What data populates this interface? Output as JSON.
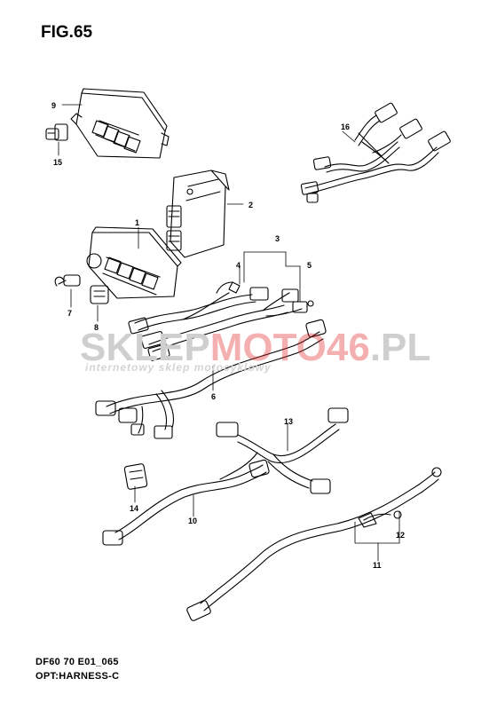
{
  "figure": {
    "title": "FIG.65"
  },
  "footer": {
    "code": "DF60 70 E01_065",
    "name": "OPT:HARNESS-C"
  },
  "watermark": {
    "part_a": "SKLEP",
    "part_b": "MOTO46",
    "part_c": ".PL",
    "tagline": "internetowy sklep motocyklowy",
    "accent_color": "#e02020"
  },
  "callouts": [
    "1",
    "2",
    "3",
    "4",
    "5",
    "6",
    "7",
    "8",
    "9",
    "10",
    "11",
    "12",
    "13",
    "14",
    "15",
    "16"
  ]
}
